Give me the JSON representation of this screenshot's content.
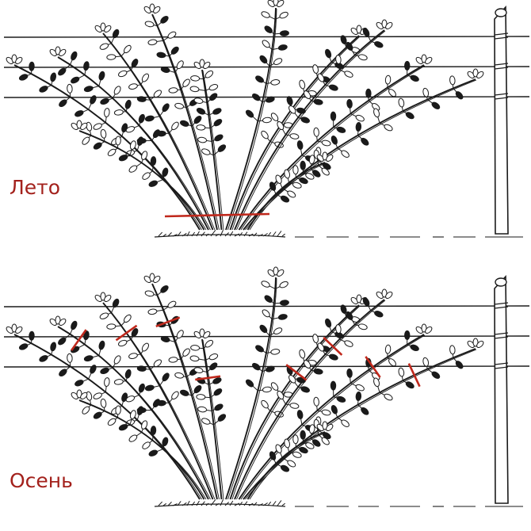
{
  "panels": [
    {
      "id": "summer",
      "label": "Лето",
      "cut": "ground"
    },
    {
      "id": "autumn",
      "label": "Осень",
      "cut": "tips"
    }
  ],
  "colors": {
    "ink": "#1a1a1a",
    "label": "#a3211c",
    "cut_mark": "#c0281c",
    "background": "#ffffff"
  },
  "trellis": {
    "wire_count": 3,
    "post_count": 1
  },
  "icons": {
    "plant": "raspberry-bush-icon",
    "post": "trellis-post-icon",
    "cut": "cut-mark-icon"
  }
}
